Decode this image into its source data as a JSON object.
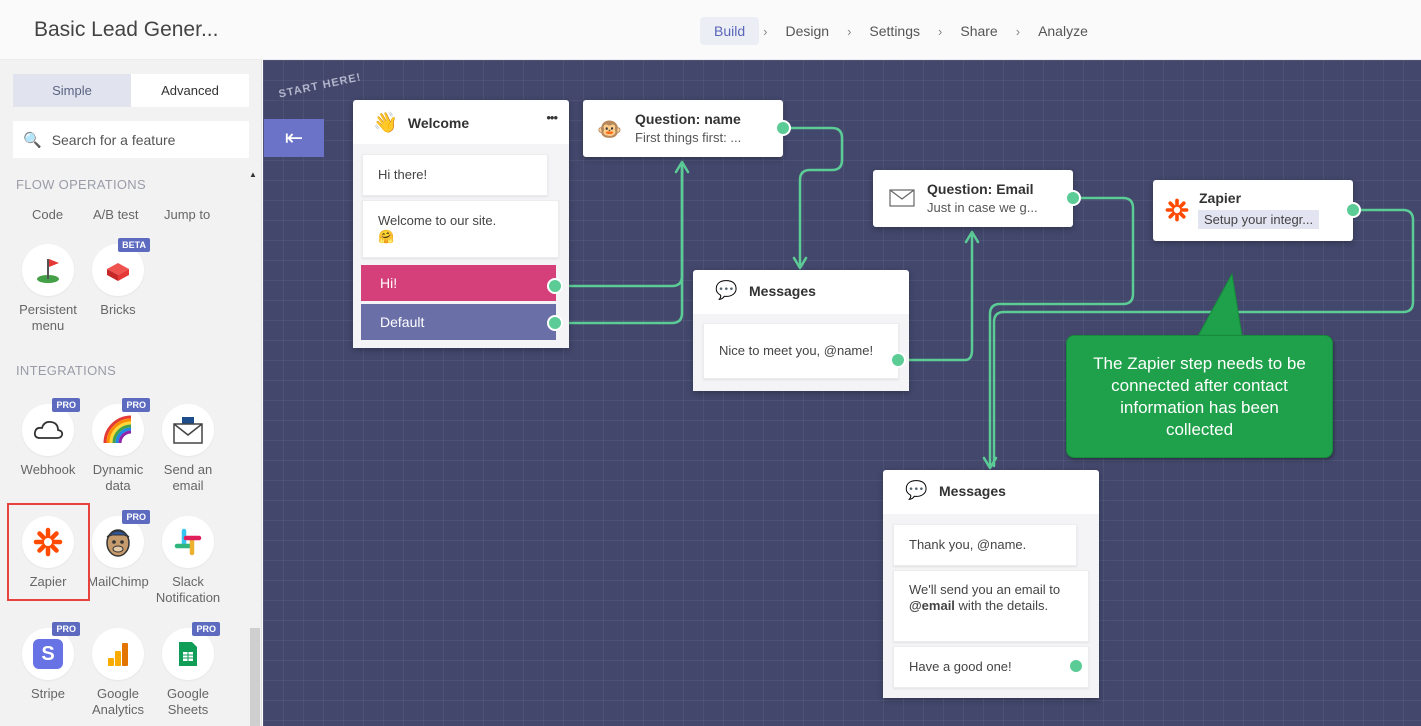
{
  "header": {
    "title": "Basic Lead Gener...",
    "steps": [
      "Build",
      "Design",
      "Settings",
      "Share",
      "Analyze"
    ],
    "separator": "›"
  },
  "sidebar": {
    "tabs": [
      "Simple",
      "Advanced"
    ],
    "search_placeholder": "Search for a feature",
    "flow_heading": "FLOW OPERATIONS",
    "flow_options": [
      "Code",
      "A/B test",
      "Jump to"
    ],
    "flow_features": [
      {
        "label": "Persistent menu",
        "icon": "golf-flag-icon"
      },
      {
        "label": "Bricks",
        "icon": "brick-icon",
        "badge": "BETA"
      }
    ],
    "integrations_heading": "INTEGRATIONS",
    "integrations": [
      {
        "label": "Webhook",
        "icon": "cloud-icon",
        "badge": "PRO"
      },
      {
        "label": "Dynamic data",
        "icon": "rainbow-icon",
        "badge": "PRO"
      },
      {
        "label": "Send an email",
        "icon": "envelope-icon"
      },
      {
        "label": "Zapier",
        "icon": "zapier-icon"
      },
      {
        "label": "MailChimp",
        "icon": "mailchimp-icon",
        "badge": "PRO"
      },
      {
        "label": "Slack Notification",
        "icon": "slack-icon"
      },
      {
        "label": "Stripe",
        "icon": "stripe-icon",
        "badge": "PRO"
      },
      {
        "label": "Google Analytics",
        "icon": "analytics-icon"
      },
      {
        "label": "Google Sheets",
        "icon": "sheets-icon",
        "badge": "PRO"
      }
    ]
  },
  "canvas": {
    "start_label": "START HERE!",
    "welcome": {
      "title": "Welcome",
      "more": "•••",
      "messages": [
        "Hi there!",
        "Welcome to our site."
      ],
      "answers": [
        {
          "label": "Hi!",
          "color": "#d6407a"
        },
        {
          "label": "Default",
          "color": "#6b6fa8"
        }
      ]
    },
    "question_name": {
      "title": "Question: name",
      "subtitle": "First things first: ..."
    },
    "messages_1": {
      "title": "Messages",
      "text": "Nice to meet you, @name!"
    },
    "question_email": {
      "title": "Question: Email",
      "subtitle": "Just in case we g..."
    },
    "zapier": {
      "title": "Zapier",
      "subtitle": "Setup your integr..."
    },
    "messages_2": {
      "title": "Messages",
      "texts": [
        "Thank you, @name.",
        "We'll send you an email to",
        "@email",
        "with the details.",
        "Have a good one!"
      ]
    },
    "callout": "The Zapier step needs to be connected after contact information has been collected"
  },
  "colors": {
    "accent": "#5c6bc0",
    "connector": "#5ccc96",
    "canvas": "#42476b",
    "callout": "#1fa04a",
    "highlight": "#e8423f"
  }
}
